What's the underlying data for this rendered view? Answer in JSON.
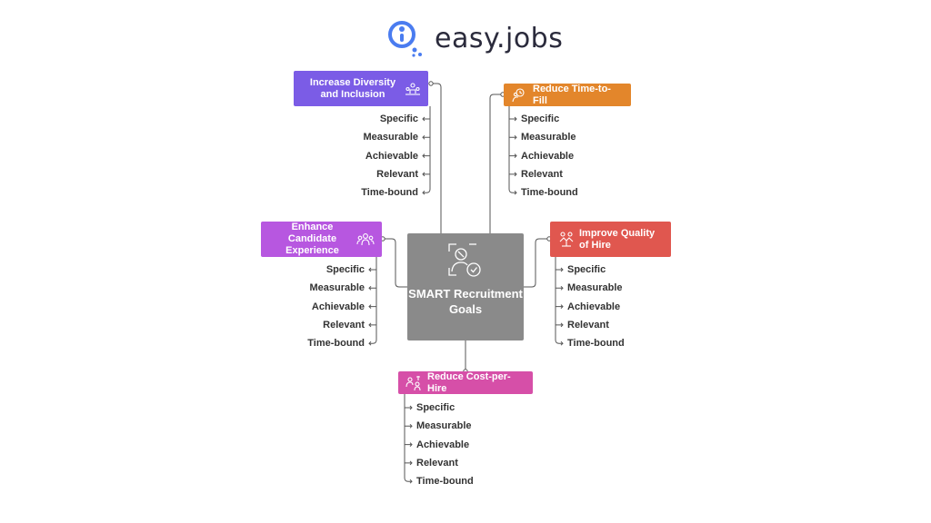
{
  "logo": {
    "text": "easy.jobs"
  },
  "center": {
    "label": "SMART Recruitment Goals",
    "color": "#8a8a8a"
  },
  "criteria": [
    "Specific",
    "Measurable",
    "Achievable",
    "Relevant",
    "Time-bound"
  ],
  "goals": [
    {
      "id": "diversity",
      "label": "Increase Diversity and Inclusion",
      "color": "#7b5ce6",
      "icon": "diversity-icon"
    },
    {
      "id": "time",
      "label": "Reduce Time-to-Fill",
      "color": "#e3862b",
      "icon": "clock-person-icon"
    },
    {
      "id": "experience",
      "label": "Enhance Candidate Experience",
      "color": "#b757e0",
      "icon": "people-group-icon"
    },
    {
      "id": "quality",
      "label": "Improve Quality of Hire",
      "color": "#e0574f",
      "icon": "handshake-icon"
    },
    {
      "id": "cost",
      "label": "Reduce Cost-per-Hire",
      "color": "#d64fa8",
      "icon": "people-cost-icon"
    }
  ]
}
